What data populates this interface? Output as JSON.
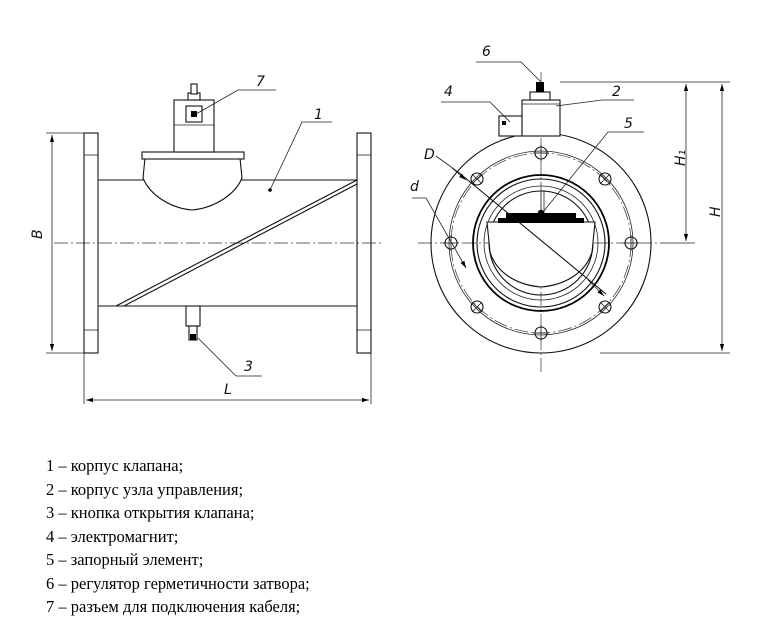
{
  "labels": {
    "callout_1": "1",
    "callout_2": "2",
    "callout_3": "3",
    "callout_4": "4",
    "callout_5": "5",
    "callout_6": "6",
    "callout_7": "7",
    "dim_B": "B",
    "dim_L": "L",
    "dim_H": "H",
    "dim_H1": "H₁",
    "dim_D": "D",
    "dim_d": "d"
  },
  "legend": [
    "1 – корпус клапана;",
    "2 – корпус узла управления;",
    "3 – кнопка открытия клапана;",
    "4 – электромагнит;",
    "5 – запорный элемент;",
    "6 – регулятор герметичности затвора;",
    "7 – разъем для подключения кабеля;"
  ]
}
